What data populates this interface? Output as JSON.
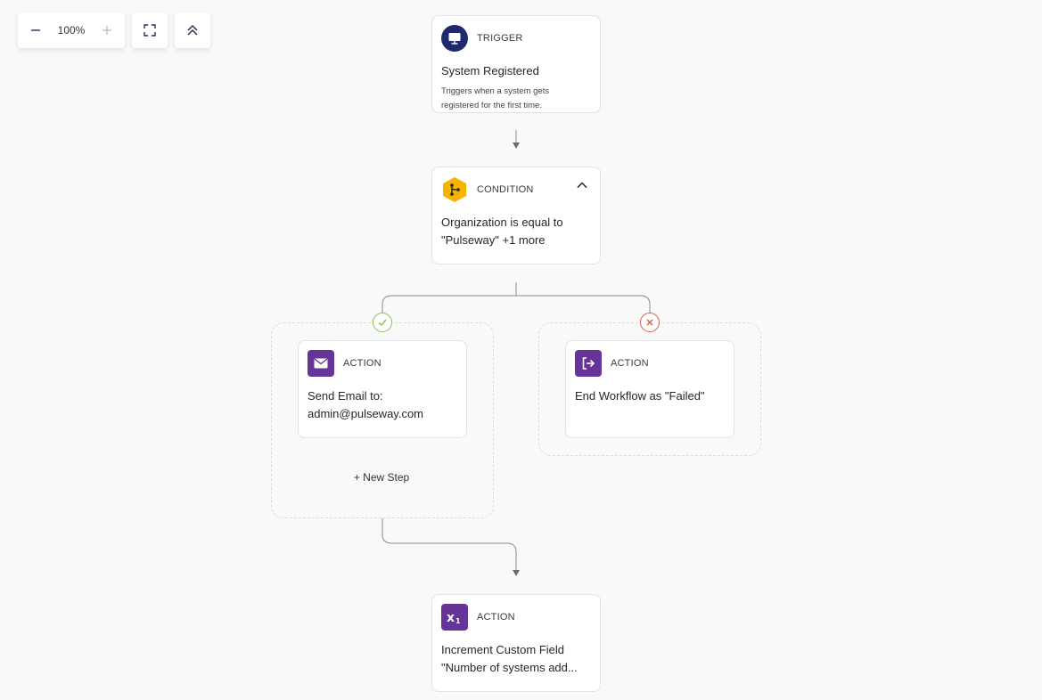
{
  "toolbar": {
    "zoom_value": "100%",
    "zoom_out_icon": "minus-icon",
    "zoom_in_icon": "plus-icon",
    "fit_icon": "fit-screen-icon",
    "collapse_icon": "double-chevron-up-icon"
  },
  "nodes": {
    "trigger": {
      "type": "TRIGGER",
      "title": "System Registered",
      "description": "Triggers when a system gets registered for the first time.",
      "icon": "monitor-icon",
      "icon_color": "#1f2a6d"
    },
    "condition": {
      "type": "CONDITION",
      "title": "Organization is equal to \"Pulseway\" +1 more",
      "icon": "branch-icon",
      "icon_color": "#f5b400"
    },
    "action_email": {
      "type": "ACTION",
      "title": "Send Email to: admin@pulseway.com",
      "icon": "envelope-icon",
      "icon_color": "#663399"
    },
    "action_end": {
      "type": "ACTION",
      "title": "End Workflow as \"Failed\"",
      "icon": "exit-icon",
      "icon_color": "#663399"
    },
    "action_increment": {
      "type": "ACTION",
      "title_line1": "Increment Custom Field",
      "title_line2": "\"Number of systems add...",
      "icon": "variable-icon",
      "icon_color": "#663399"
    }
  },
  "branches": {
    "true_icon": "check-circle-icon",
    "false_icon": "x-circle-icon",
    "new_step_label": "+ New Step"
  },
  "colors": {
    "true_branch": "#8cc152",
    "false_branch": "#e05a54",
    "connector": "#8a8a8a"
  }
}
